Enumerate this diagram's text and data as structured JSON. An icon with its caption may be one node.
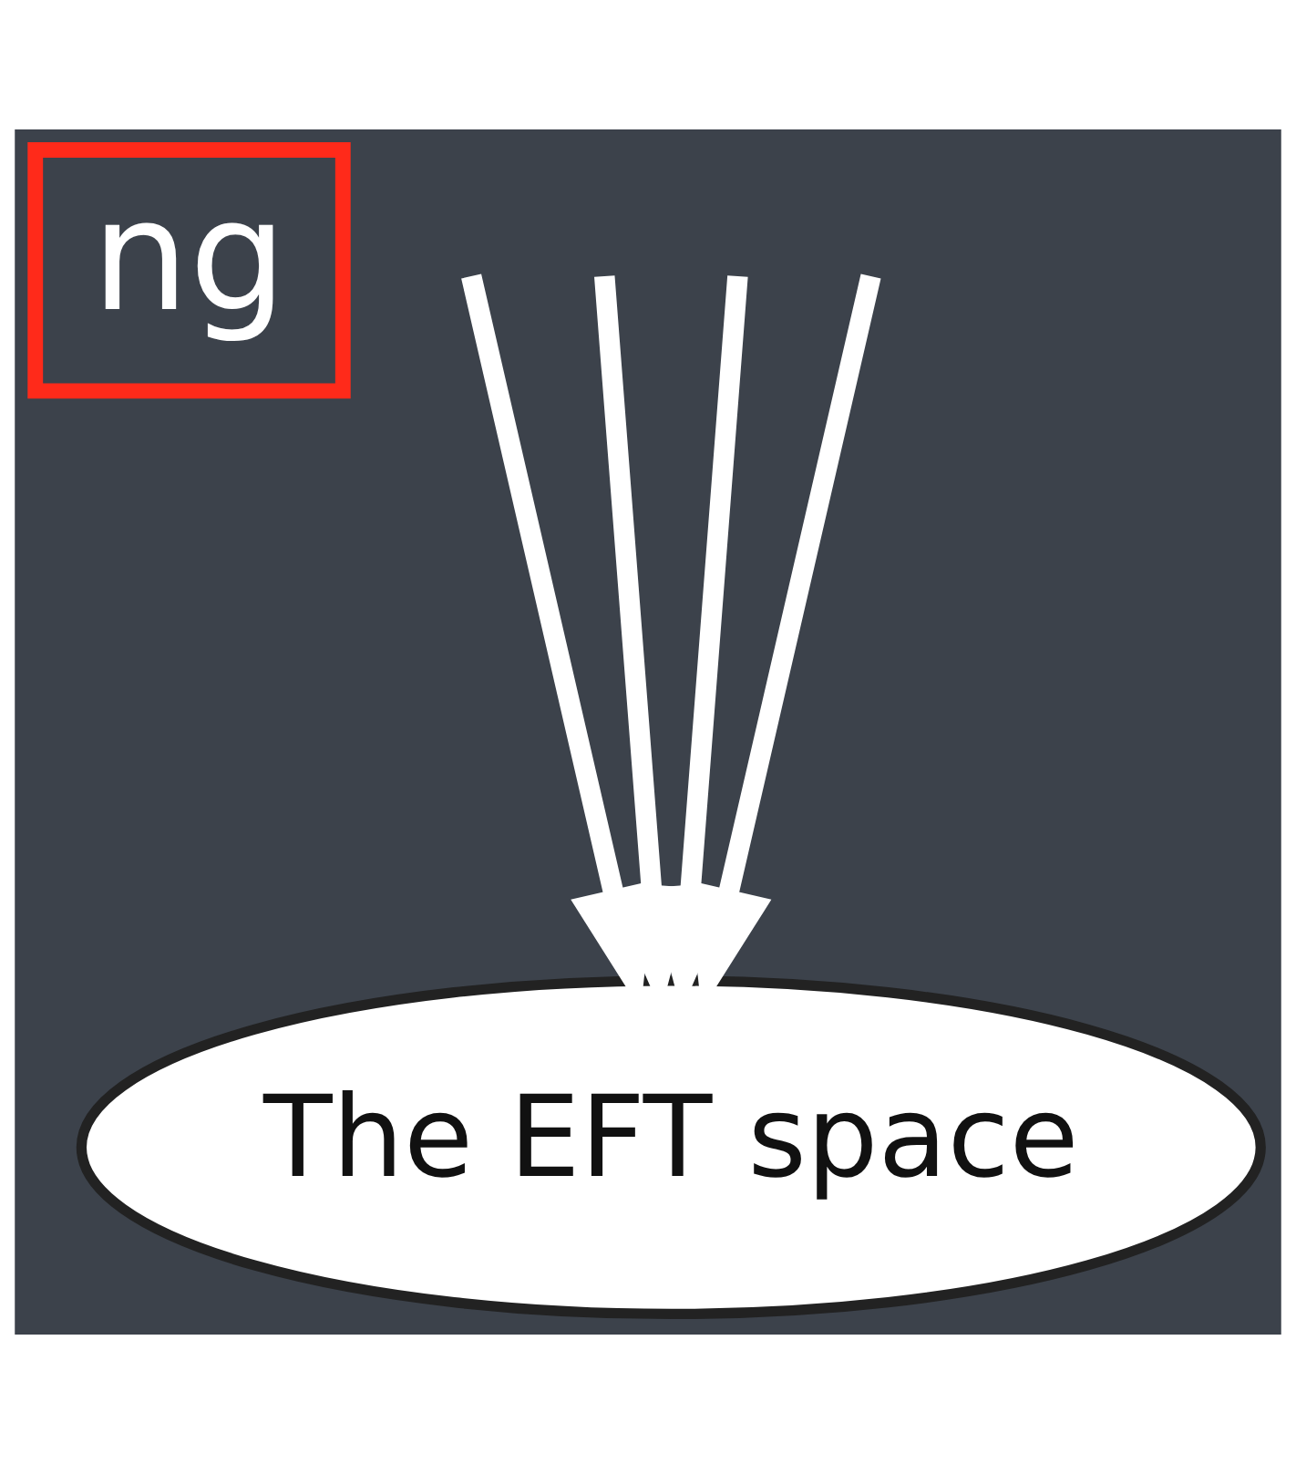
{
  "diagram": {
    "nodes": [
      {
        "text": [
          "ng"
        ]
      },
      {
        "text": [
          "The EFT space"
        ]
      }
    ],
    "edges": [
      {
        "from": null,
        "to": 1,
        "arrow": "to"
      },
      {
        "from": null,
        "to": 1,
        "arrow": "to"
      },
      {
        "from": null,
        "to": 1,
        "arrow": "to"
      },
      {
        "from": null,
        "to": 1,
        "arrow": "to"
      }
    ]
  }
}
